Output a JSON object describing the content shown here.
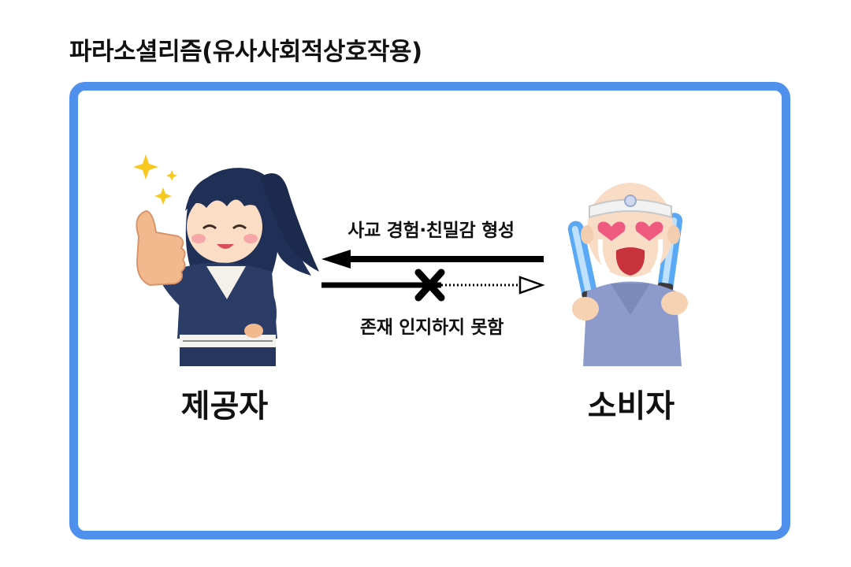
{
  "title": "파라소셜리즘(유사사회적상호작용)",
  "diagram": {
    "nodes": [
      {
        "id": "provider",
        "label": "제공자",
        "icon": "ninja-thumbs-up-icon"
      },
      {
        "id": "consumer",
        "label": "소비자",
        "icon": "fan-with-glowsticks-icon"
      }
    ],
    "edges": [
      {
        "from": "consumer",
        "to": "provider",
        "label": "사교 경험·친밀감 형성",
        "style": "solid"
      },
      {
        "from": "provider",
        "to": "consumer",
        "label": "존재 인지하지 못함",
        "style": "blocked-dotted"
      }
    ]
  },
  "colors": {
    "frame": "#4f90ec",
    "text": "#111111",
    "arrow": "#000000"
  }
}
